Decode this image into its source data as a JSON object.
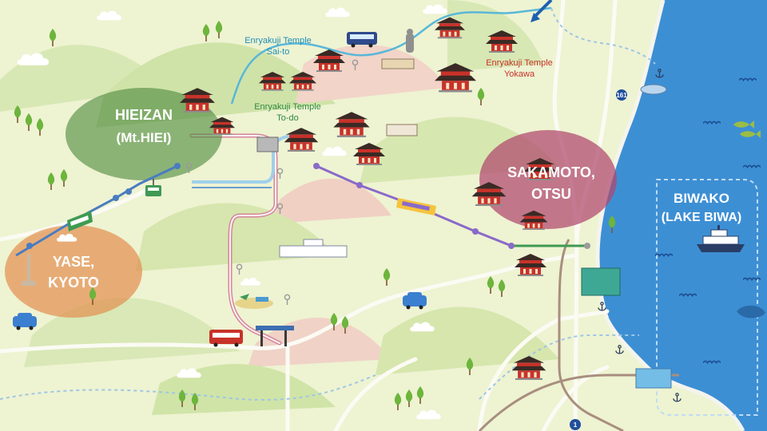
{
  "regions": {
    "hieizan": {
      "line1": "HIEIZAN",
      "line2": "(Mt.HIEI)"
    },
    "yase": {
      "line1": "YASE,",
      "line2": "KYOTO"
    },
    "sakamoto": {
      "line1": "SAKAMOTO,",
      "line2": "OTSU"
    },
    "biwako": {
      "line1": "BIWAKO",
      "line2": "(LAKE BIWA)"
    }
  },
  "places": {
    "saito": {
      "line1": "Enryakuji Temple",
      "line2": "Sai-to"
    },
    "todo": {
      "line1": "Enryakuji Temple",
      "line2": "To-do"
    },
    "yokawa": {
      "line1": "Enryakuji Temple",
      "line2": "Yokawa"
    }
  },
  "road_signs": {
    "route161": "161",
    "route1": "1"
  },
  "colors": {
    "land": "#eef3d2",
    "lake": "#3d8fd4",
    "hieizan_zone": "#4e8a3e",
    "yase_zone": "#e38a4a",
    "sakamoto_zone": "#b0476c",
    "ropeway_line": "#4a7cc0",
    "cable_car_line": "#8a6ac8",
    "railway": "#a88e7e",
    "driveway": "#d6869a"
  },
  "icons": [
    "bus-icon",
    "ropeway-gondola-icon",
    "cable-car-icon",
    "car-icon",
    "boat-icon",
    "anchor-icon",
    "temple-icon",
    "fish-icon",
    "cloud-icon",
    "tree-icon",
    "pin-icon",
    "tower-icon"
  ]
}
